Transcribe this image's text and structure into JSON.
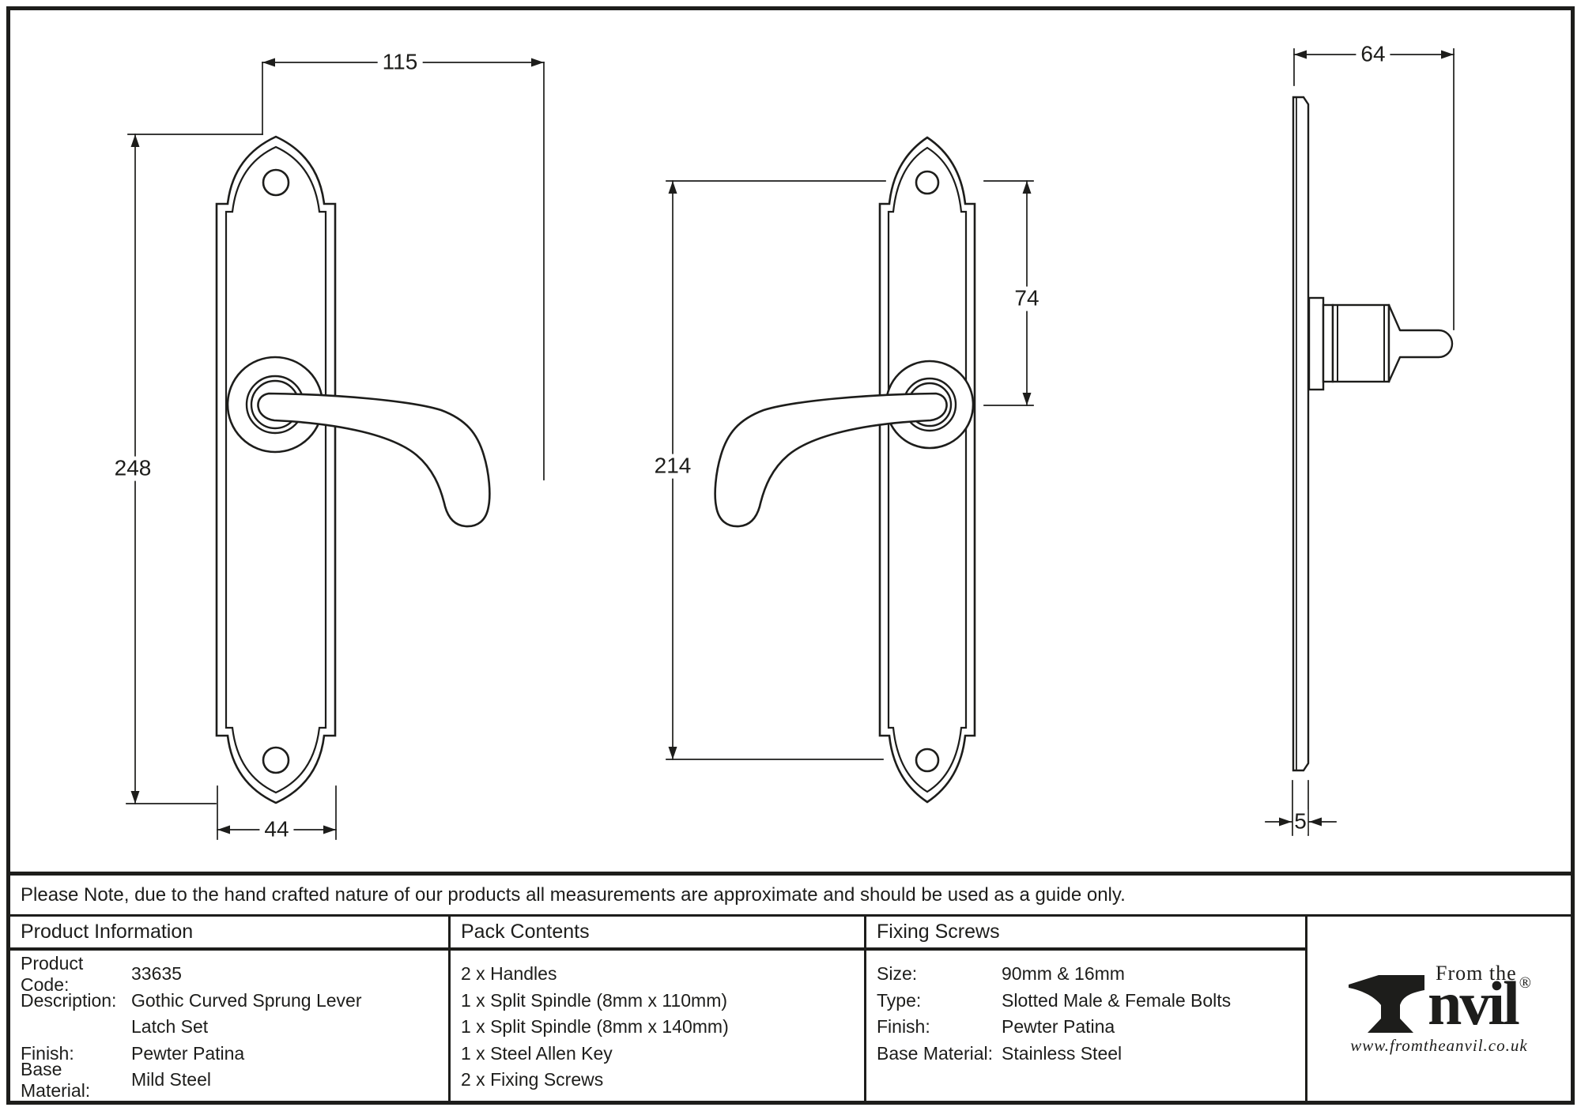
{
  "note": {
    "text": "Please Note, due to the hand crafted nature of our products all measurements are approximate and should be used as a guide only."
  },
  "dimensions": {
    "front_width": "115",
    "front_height": "248",
    "plate_width": "44",
    "hole_spacing": "214",
    "hole_to_spindle": "74",
    "side_projection": "64",
    "plate_thickness": "5"
  },
  "table": {
    "product_information": {
      "header": "Product Information",
      "rows": [
        {
          "label": "Product Code:",
          "value": "33635"
        },
        {
          "label": "Description:",
          "value": "Gothic Curved Sprung Lever"
        },
        {
          "label": "",
          "value": "Latch Set"
        },
        {
          "label": "Finish:",
          "value": "Pewter Patina"
        },
        {
          "label": "Base Material:",
          "value": "Mild Steel"
        }
      ]
    },
    "pack_contents": {
      "header": "Pack Contents",
      "items": [
        "2 x Handles",
        "1 x Split Spindle (8mm x 110mm)",
        "1 x Split Spindle (8mm x 140mm)",
        "1 x Steel Allen Key",
        "2 x Fixing Screws"
      ]
    },
    "fixing_screws": {
      "header": "Fixing Screws",
      "rows": [
        {
          "label": "Size:",
          "value": "90mm & 16mm"
        },
        {
          "label": "Type:",
          "value": "Slotted Male & Female Bolts"
        },
        {
          "label": "Finish:",
          "value": "Pewter Patina"
        },
        {
          "label": "Base Material:",
          "value": "Stainless Steel"
        }
      ]
    }
  },
  "logo": {
    "tagline": "From the",
    "brand": "nvil",
    "registered": "®",
    "website": "www.fromtheanvil.co.uk"
  },
  "colors": {
    "ink": "#1d1d1b",
    "background": "#ffffff"
  }
}
